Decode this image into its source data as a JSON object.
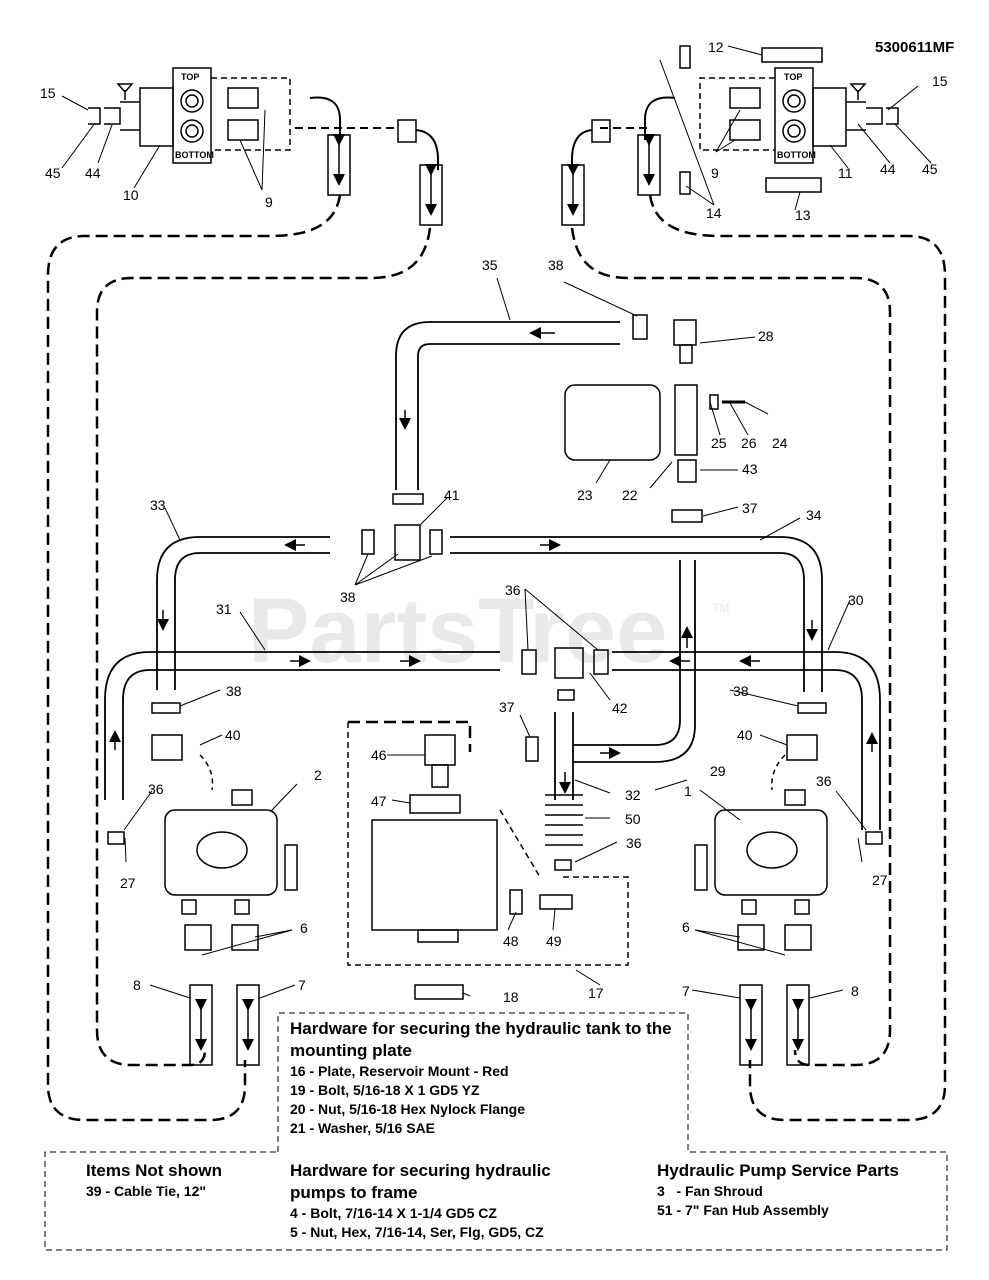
{
  "document_id": "5300611MF",
  "watermark": "PartsTree",
  "watermark_tm": "TM",
  "valve_labels": {
    "top": "TOP",
    "bottom": "BOTTOM"
  },
  "callouts": {
    "c15l": "15",
    "c45l": "45",
    "c44l": "44",
    "c10": "10",
    "c9l": "9",
    "c12": "12",
    "c15r": "15",
    "c9r": "9",
    "c14": "14",
    "c11": "11",
    "c44r": "44",
    "c45r": "45",
    "c13": "13",
    "c35": "35",
    "c38a": "38",
    "c28": "28",
    "c25": "25",
    "c26": "26",
    "c24": "24",
    "c23": "23",
    "c22": "22",
    "c43": "43",
    "c37a": "37",
    "c34": "34",
    "c33": "33",
    "c41": "41",
    "c38b": "38",
    "c36a": "36",
    "c31": "31",
    "c30": "30",
    "c38c": "38",
    "c42": "42",
    "c38d": "38",
    "c40l": "40",
    "c37b": "37",
    "c40r": "40",
    "c2": "2",
    "c36l": "36",
    "c46": "46",
    "c29": "29",
    "c32": "32",
    "c1": "1",
    "c36r": "36",
    "c47": "47",
    "c50": "50",
    "c36c": "36",
    "c27l": "27",
    "c27r": "27",
    "c6l": "6",
    "c48": "48",
    "c49": "49",
    "c6r": "6",
    "c8l": "8",
    "c7l": "7",
    "c18": "18",
    "c17": "17",
    "c7r": "7",
    "c8r": "8"
  },
  "tank_hardware": {
    "title": "Hardware for securing the hydraulic tank to the mounting plate",
    "items": [
      "16 - Plate, Reservoir Mount - Red",
      "19 - Bolt, 5/16-18 X 1 GD5 YZ",
      "20 - Nut, 5/16-18 Hex Nylock Flange",
      "21 - Washer, 5/16 SAE"
    ]
  },
  "not_shown": {
    "title": "Items Not shown",
    "items": [
      "39 - Cable Tie, 12\""
    ]
  },
  "pump_hardware": {
    "title": "Hardware for securing hydraulic pumps to frame",
    "items": [
      "4 - Bolt, 7/16-14 X 1-1/4 GD5 CZ",
      "5 - Nut, Hex, 7/16-14, Ser, Flg, GD5, CZ"
    ]
  },
  "service_parts": {
    "title": "Hydraulic Pump Service Parts",
    "items": [
      "3   - Fan Shroud",
      "51 - 7\" Fan Hub Assembly"
    ]
  }
}
